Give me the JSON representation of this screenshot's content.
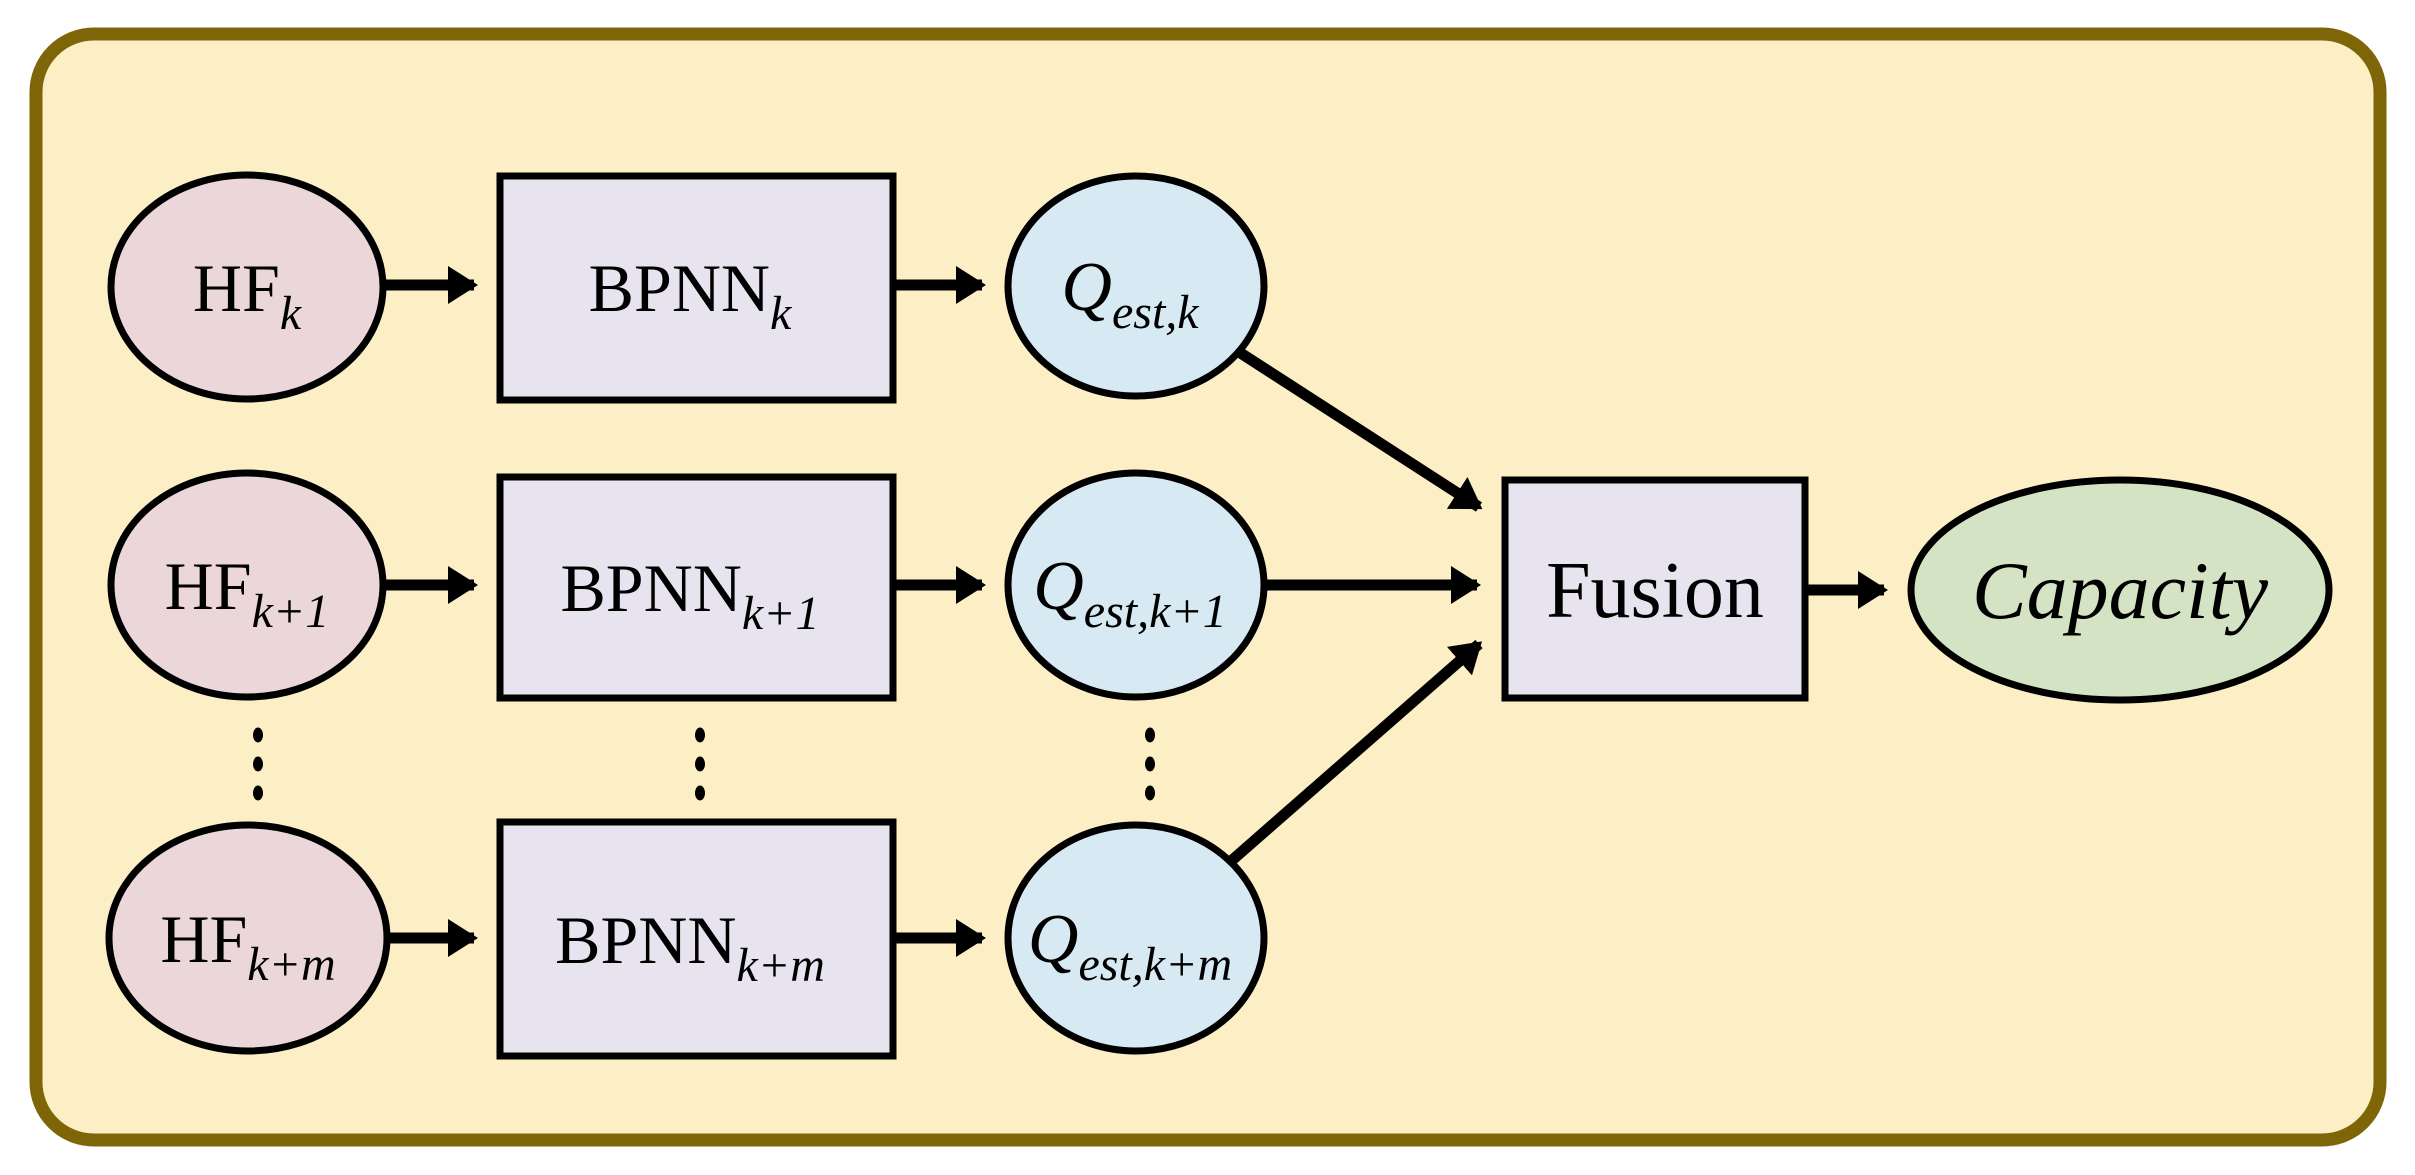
{
  "figure": {
    "panel": {
      "fill": "#FCEFC5",
      "border_color": "#7E6508"
    },
    "palette": {
      "input_node_fill": "#EBD6DA",
      "model_node_fill": "#E8E4EF",
      "estimate_node_fill": "#D7E9F3",
      "result_node_fill": "#D5E3C5",
      "line_color": "#000000"
    },
    "rows": [
      {
        "input_main": "HF",
        "input_sub": "k",
        "model_main": "BPNN",
        "model_sub": "k",
        "estimate_main": "Q",
        "estimate_sub": "est,k"
      },
      {
        "input_main": "HF",
        "input_sub": "k+1",
        "model_main": "BPNN",
        "model_sub": "k+1",
        "estimate_main": "Q",
        "estimate_sub": "est,k+1"
      },
      {
        "input_main": "HF",
        "input_sub": "k+m",
        "model_main": "BPNN",
        "model_sub": "k+m",
        "estimate_main": "Q",
        "estimate_sub": "est,k+m"
      }
    ],
    "fusion": {
      "label": "Fusion"
    },
    "capacity": {
      "label": "Capacity"
    }
  }
}
